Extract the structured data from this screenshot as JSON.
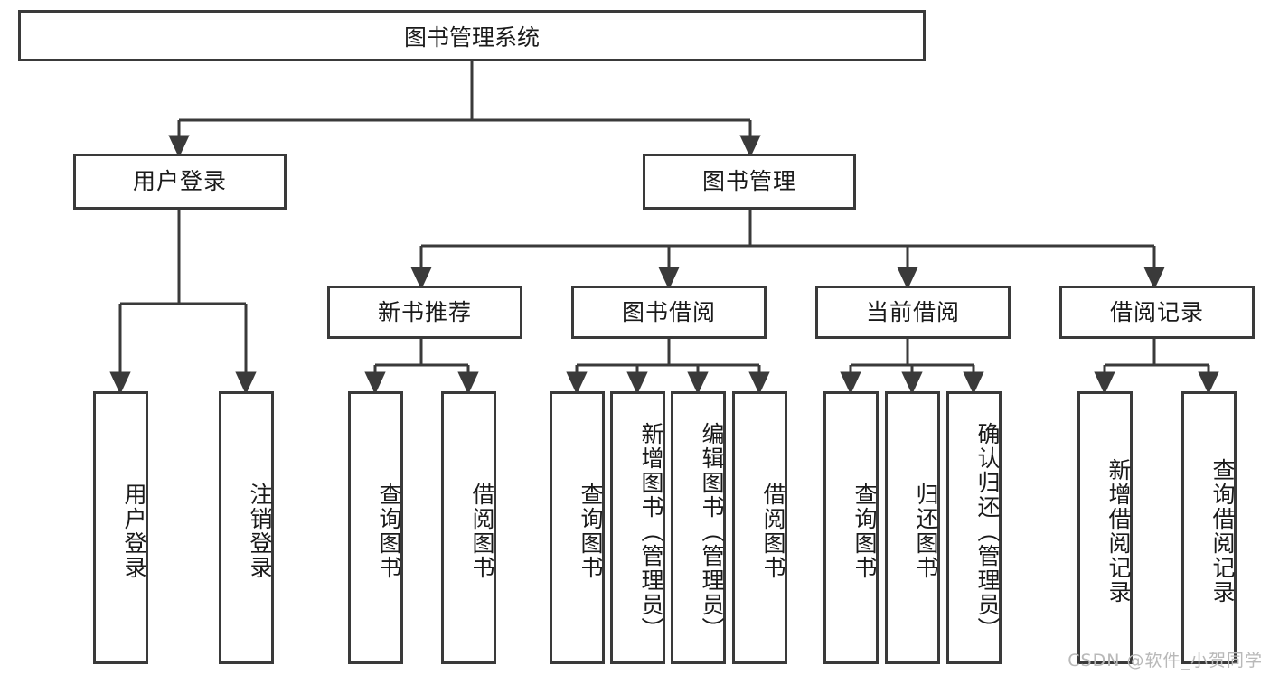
{
  "diagram": {
    "title": "图书管理系统",
    "type": "tree-hierarchy",
    "watermark": "CSDN @软件_小贺同学",
    "colors": {
      "stroke": "#3a3a3a",
      "fill": "#ffffff",
      "text": "#1a1a1a",
      "watermark": "#b9b9b9"
    },
    "root": {
      "label": "图书管理系统"
    },
    "level2": [
      {
        "label": "用户登录"
      },
      {
        "label": "图书管理"
      }
    ],
    "level3": [
      {
        "label": "新书推荐"
      },
      {
        "label": "图书借阅"
      },
      {
        "label": "当前借阅"
      },
      {
        "label": "借阅记录"
      }
    ],
    "leaves": {
      "user_login": [
        {
          "label": "用户登录"
        },
        {
          "label": "注销登录"
        }
      ],
      "new_book": [
        {
          "label": "查询图书"
        },
        {
          "label": "借阅图书"
        }
      ],
      "book_borrow": [
        {
          "label": "查询图书"
        },
        {
          "label": "新增图书（管理员）"
        },
        {
          "label": "编辑图书（管理员）"
        },
        {
          "label": "借阅图书"
        }
      ],
      "current_borrow": [
        {
          "label": "查询图书"
        },
        {
          "label": "归还图书"
        },
        {
          "label": "确认归还（管理员）"
        }
      ],
      "borrow_record": [
        {
          "label": "新增借阅记录"
        },
        {
          "label": "查询借阅记录"
        }
      ]
    }
  }
}
